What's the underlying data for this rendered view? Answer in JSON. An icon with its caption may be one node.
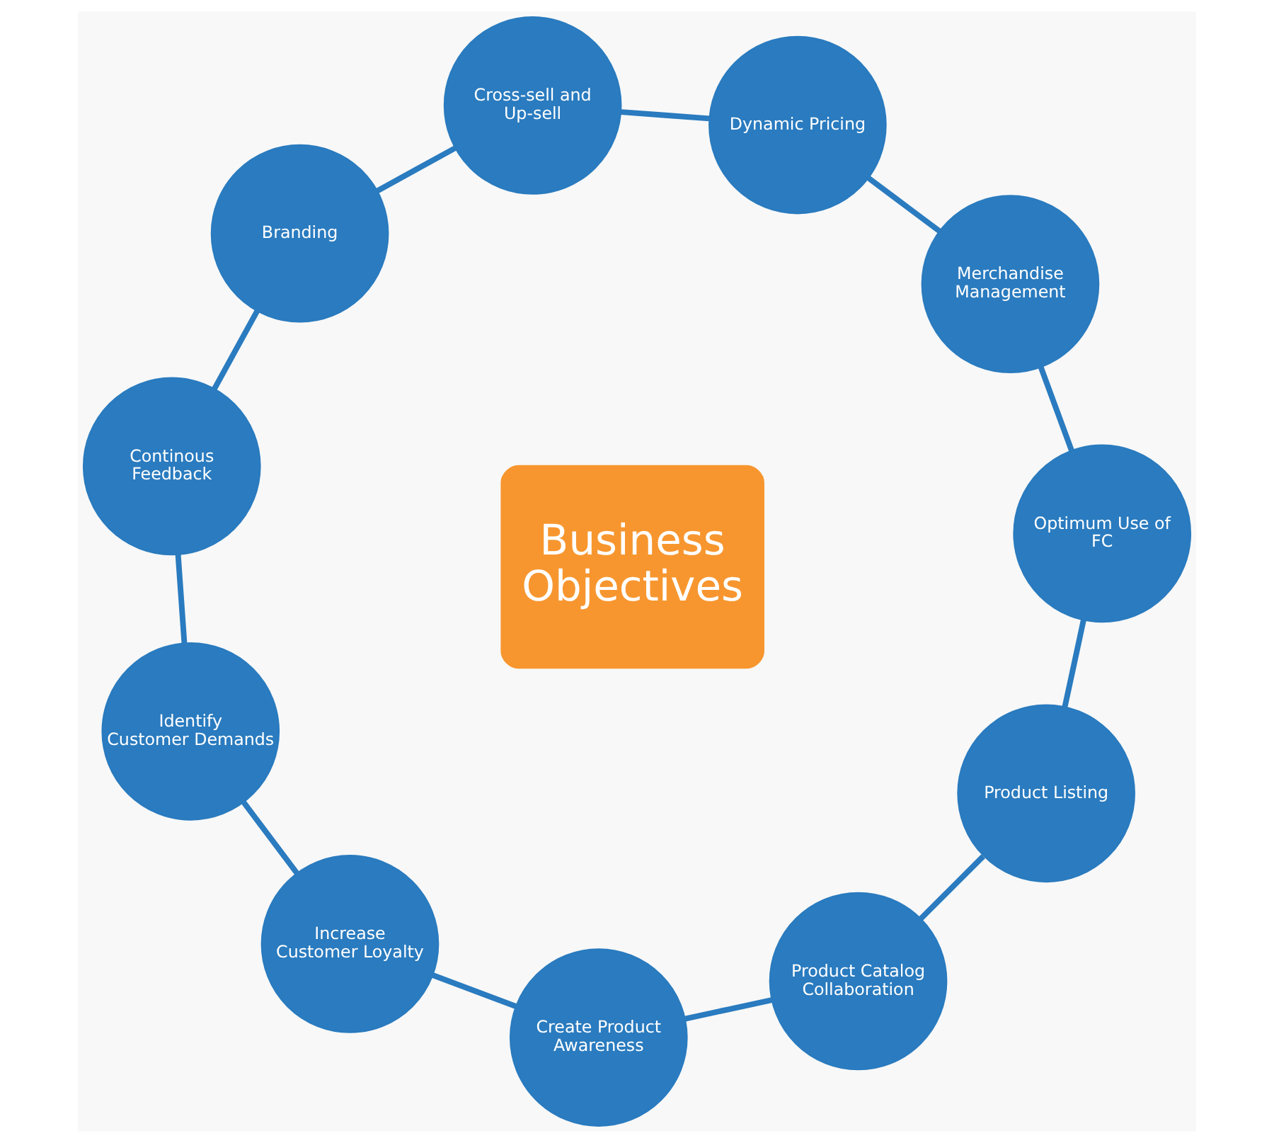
{
  "diagram": {
    "nodes": [
      {
        "text": [
          "Business Objectives"
        ]
      },
      {
        "text": [
          "Merchandise Management"
        ]
      },
      {
        "text": [
          "Dynamic Pricing"
        ]
      },
      {
        "text": [
          "Cross-sell and Up-sell"
        ]
      },
      {
        "text": [
          "Branding"
        ]
      },
      {
        "text": [
          "Continous Feedback"
        ]
      },
      {
        "text": [
          "Identify Customer Demands"
        ]
      },
      {
        "text": [
          "Increase Customer Loyalty"
        ]
      },
      {
        "text": [
          "Create Product Awareness"
        ]
      },
      {
        "text": [
          "Product Catalog Collaboration"
        ]
      },
      {
        "text": [
          "Product Listing"
        ]
      },
      {
        "text": [
          "Optimum Use of FC"
        ]
      }
    ],
    "edges": [
      {
        "from": 1,
        "to": 2,
        "arrow": "none"
      },
      {
        "from": 2,
        "to": 3,
        "arrow": "none"
      },
      {
        "from": 3,
        "to": 4,
        "arrow": "none"
      },
      {
        "from": 4,
        "to": 5,
        "arrow": "none"
      },
      {
        "from": 5,
        "to": 6,
        "arrow": "none"
      },
      {
        "from": 6,
        "to": 7,
        "arrow": "none"
      },
      {
        "from": 7,
        "to": 8,
        "arrow": "none"
      },
      {
        "from": 8,
        "to": 9,
        "arrow": "none"
      },
      {
        "from": 9,
        "to": 10,
        "arrow": "none"
      },
      {
        "from": 10,
        "to": 11,
        "arrow": "none"
      },
      {
        "from": 11,
        "to": 1,
        "arrow": "none"
      }
    ]
  }
}
